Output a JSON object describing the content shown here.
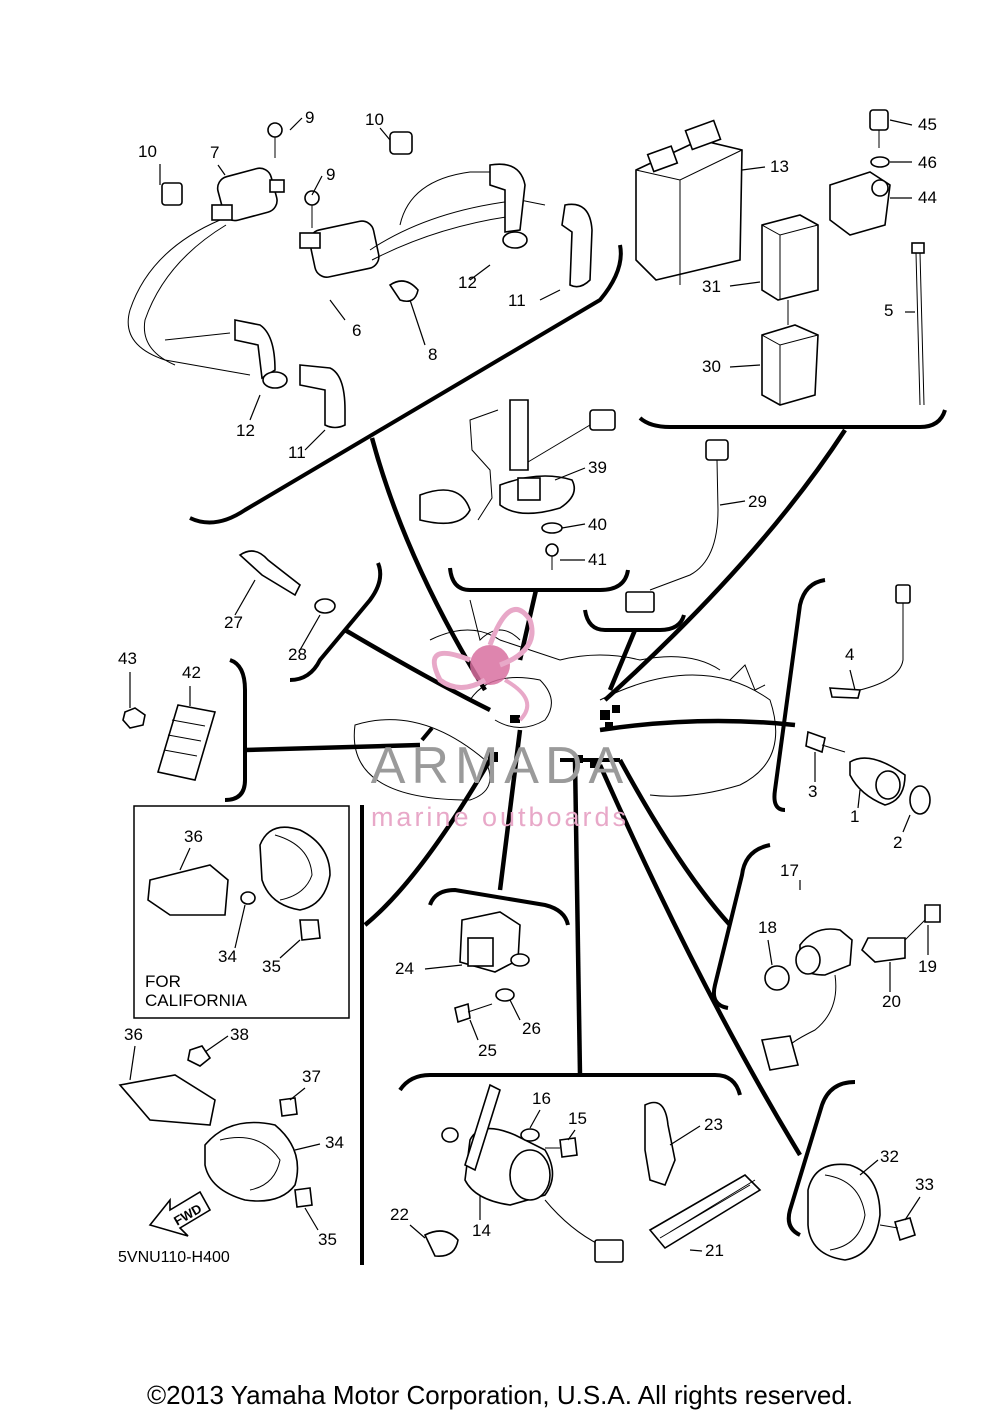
{
  "diagram_code": "5VNU110-H400",
  "california_note": {
    "line1": "FOR",
    "line2": "CALIFORNIA"
  },
  "fwd_arrow": "FWD",
  "watermark": {
    "brand": "ARMADA",
    "tagline": "marine outboards",
    "accent_color": "#e8a8c8",
    "text_color": "#9a9a9a"
  },
  "copyright": "©2013 Yamaha Motor Corporation, U.S.A. All rights reserved.",
  "callouts": [
    "1",
    "2",
    "3",
    "4",
    "5",
    "6",
    "7",
    "8",
    "9",
    "10",
    "11",
    "12",
    "13",
    "14",
    "15",
    "16",
    "17",
    "18",
    "19",
    "20",
    "21",
    "22",
    "23",
    "24",
    "25",
    "26",
    "27",
    "28",
    "29",
    "30",
    "31",
    "32",
    "33",
    "34",
    "35",
    "36",
    "37",
    "38",
    "39",
    "40",
    "41",
    "42",
    "43",
    "44",
    "45",
    "46"
  ]
}
